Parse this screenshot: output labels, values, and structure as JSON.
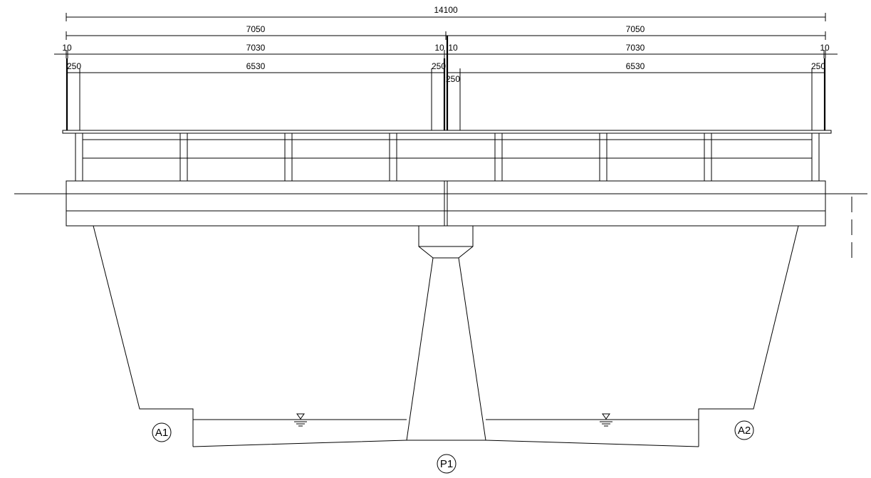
{
  "dimensions": {
    "total": "14100",
    "half_left": "7050",
    "half_right": "7050",
    "inner_left": "7030",
    "inner_right": "7030",
    "edge_10_a": "10",
    "edge_10_b": "10",
    "edge_10_c": "10",
    "edge_10_d": "10",
    "clear_left": "6530",
    "clear_right": "6530",
    "edge_250_a": "250",
    "edge_250_b": "250",
    "edge_250_c": "250",
    "edge_250_d": "250"
  },
  "supports": {
    "abutment_left": "A1",
    "pier": "P1",
    "abutment_right": "A2"
  },
  "colors": {
    "line": "#000000",
    "background": "#ffffff"
  }
}
